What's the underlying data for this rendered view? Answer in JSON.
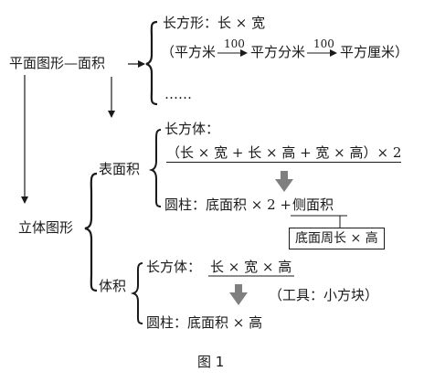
{
  "area_plane": {
    "title": "平面图形—面积",
    "rect": "长方形：长 × 宽",
    "units_open": "（平方米",
    "rate1": "100",
    "unit_mid": "平方分米",
    "rate2": "100",
    "units_close": "平方厘米）",
    "ellipsis": "……"
  },
  "solid": {
    "title": "立体图形",
    "surface": {
      "title": "表面积",
      "cuboid_label": "长方体：",
      "cuboid_formula": "（长 × 宽 + 长 × 高 + 宽 × 高）× 2",
      "cylinder_label": "圆柱：底面积 × 2 + ",
      "cylinder_side": "侧面积",
      "side_formula": "底面周长 × 高"
    },
    "volume": {
      "title": "体积",
      "cuboid_label": "长方体：",
      "cuboid_formula": "长 × 宽 × 高",
      "tool_note": "（工具：小方块）",
      "cylinder_formula": "圆柱：底面积 × 高"
    }
  },
  "caption": "图 1"
}
